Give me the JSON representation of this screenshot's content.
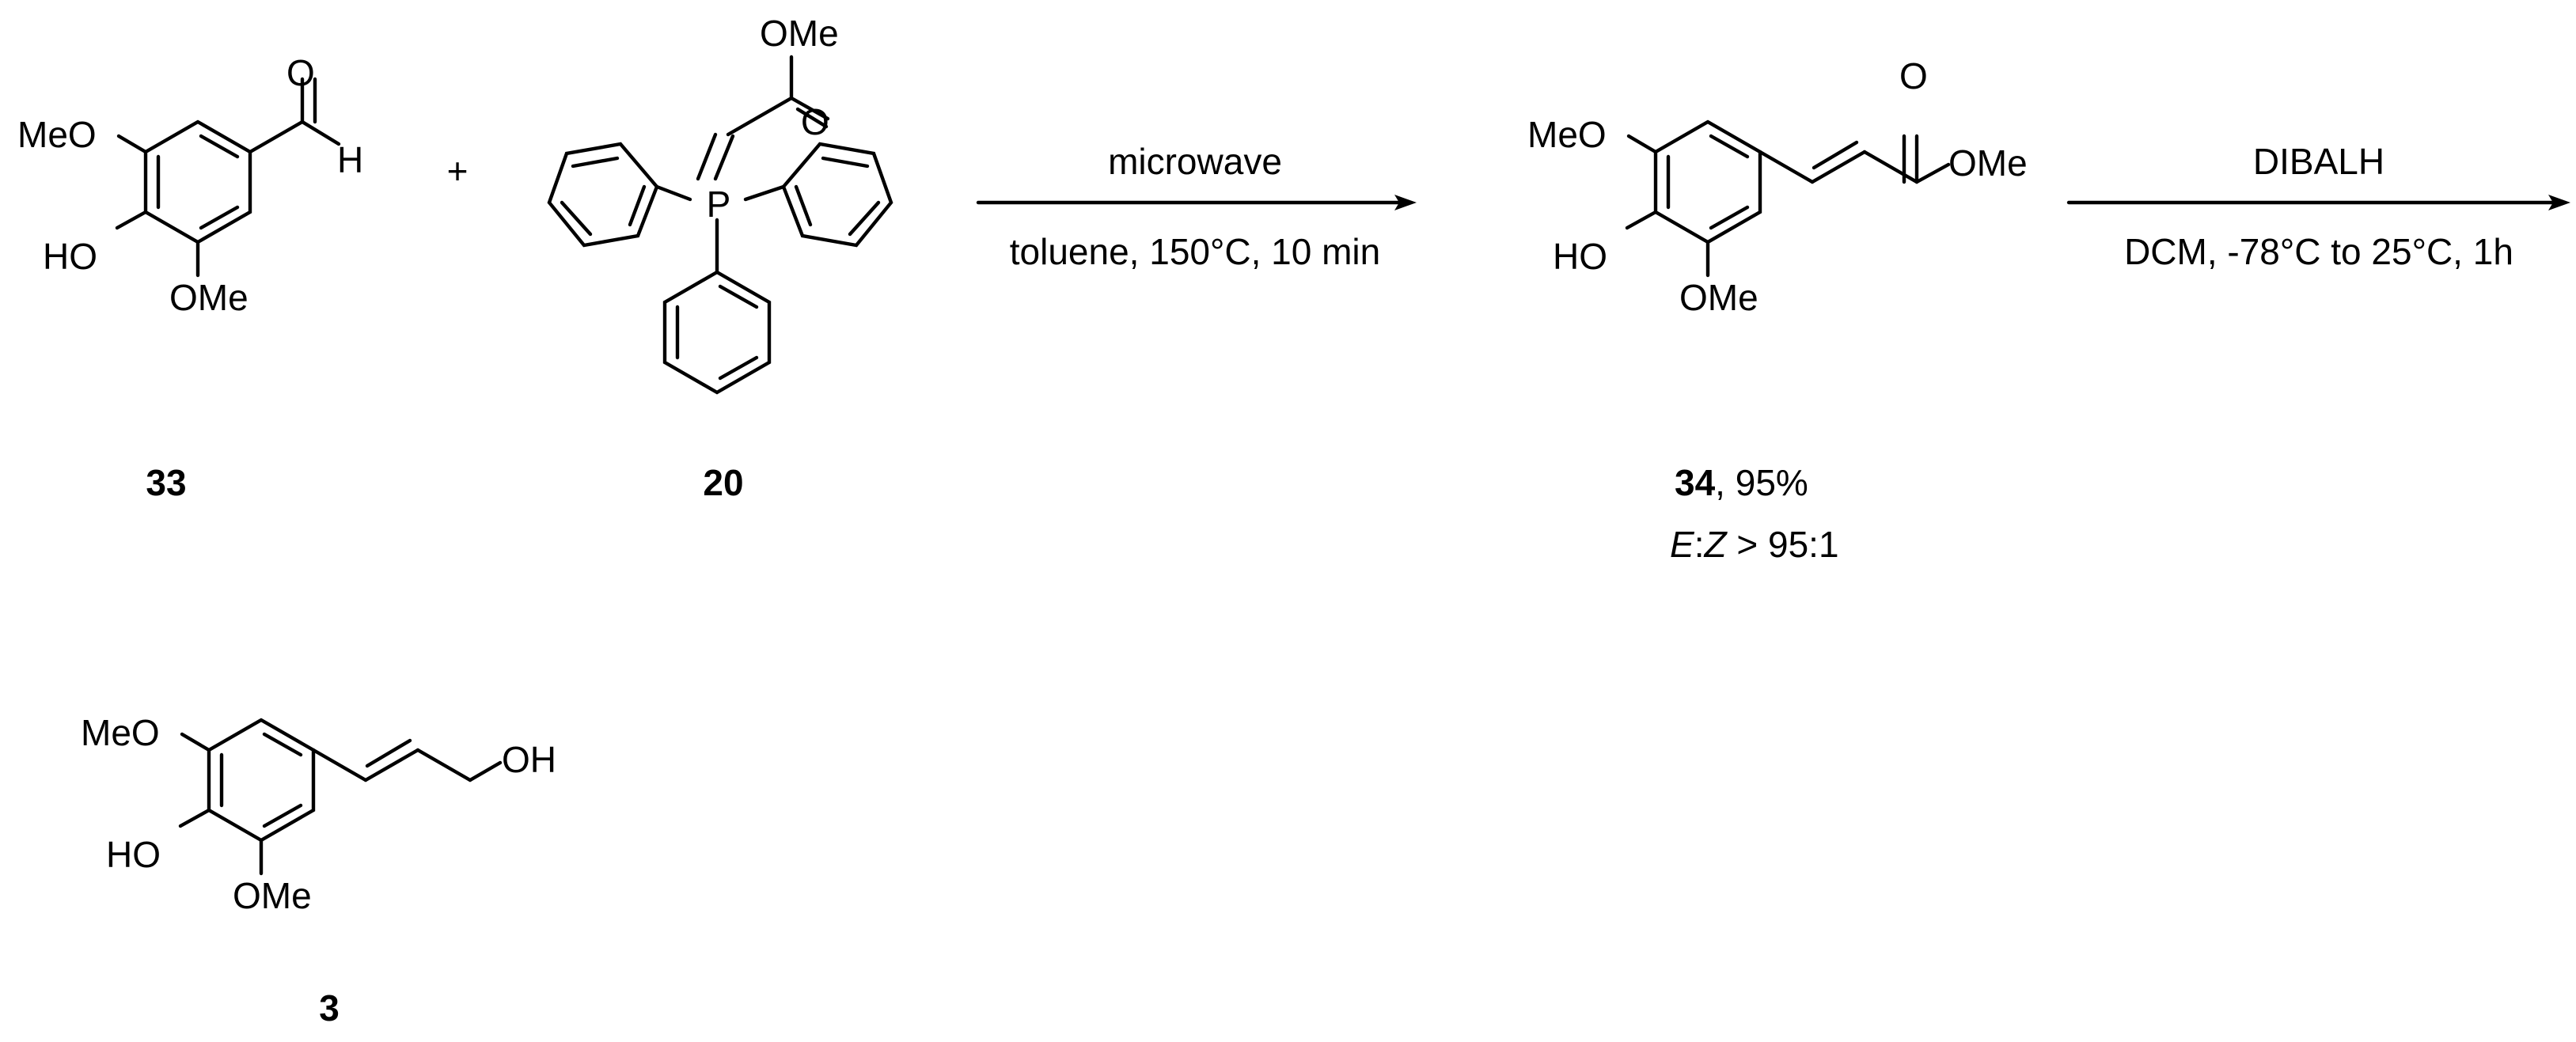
{
  "reagent_33": {
    "meo": "MeO",
    "ho": "HO",
    "ome": "OMe",
    "o": "O",
    "h": "H",
    "label": "33"
  },
  "plus": "+",
  "reagent_20": {
    "ome": "OMe",
    "o": "O",
    "p": "P",
    "label": "20"
  },
  "arrow1": {
    "top": "microwave",
    "bottom": "toluene, 150°C, 10 min"
  },
  "product_34": {
    "meo": "MeO",
    "ho": "HO",
    "ome": "OMe",
    "ester_o": "O",
    "ester_ome": "OMe",
    "label": "34",
    "yield": ", 95%",
    "ratio_e": "E",
    "ratio_sep": ":",
    "ratio_z": "Z",
    "ratio_rest": " > 95:1"
  },
  "arrow2": {
    "top": "DIBALH",
    "bottom": "DCM, -78°C to 25°C, 1h"
  },
  "product_3": {
    "meo": "MeO",
    "ho": "HO",
    "ome": "OMe",
    "oh": "OH",
    "label": "3"
  }
}
